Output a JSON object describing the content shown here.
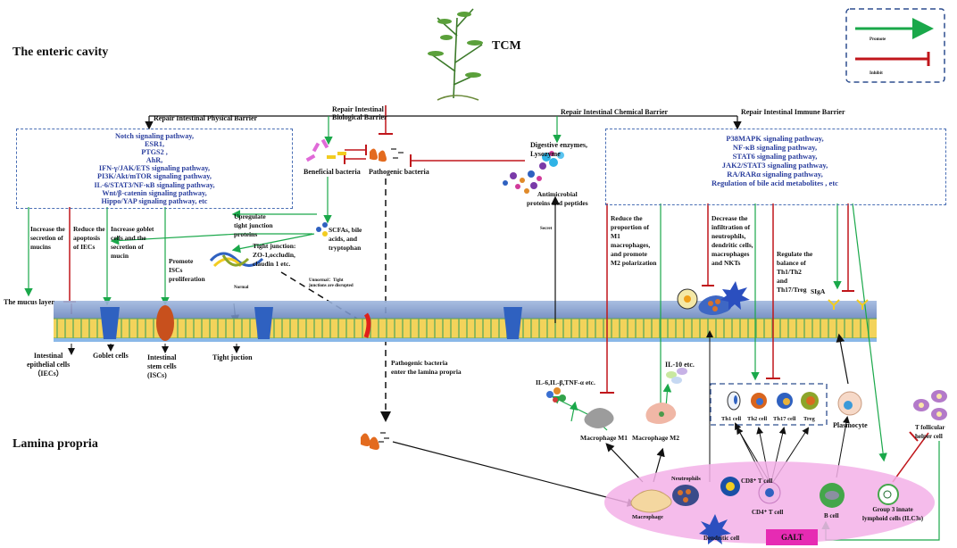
{
  "header": {
    "tcm_label": "TCM",
    "enteric_cavity": "The enteric cavity",
    "lamina_propria": "Lamina propria"
  },
  "legend": {
    "promote": "Promote",
    "inhibit": "Inhibit",
    "colors": {
      "promote": "#1aa84a",
      "inhibit": "#c0161b"
    }
  },
  "barriers": {
    "physical": "Repair Intestinal Physical Barrier",
    "biological": "Repair Intestinal Biological Barrier",
    "chemical": "Repair Intestinal Chemical Barrier",
    "immune": "Repair Intestinal Immune Barrier"
  },
  "physical_pathways": [
    "Notch signaling pathway,",
    "ESR1,",
    "PTGS2 ,",
    "AhR,",
    "IFN-γ/JAK/ETS signaling pathway,",
    "PI3K/Akt/mTOR signaling pathway,",
    "IL-6/STAT3/NF-κB signaling pathway,",
    "Wnt/β-catenin signaling pathway,",
    "Hippo/YAP signaling pathway, etc"
  ],
  "immune_pathways": [
    "P38MAPK signaling pathway,",
    "NF-κB signaling pathway,",
    "STAT6 signaling pathway,",
    "JAK2/STAT3 signaling pathway,",
    "RA/RARα signaling pathway,",
    "Regulation of bile acid metabolites , etc"
  ],
  "labels": {
    "beneficial_bacteria": "Beneficial bacteria",
    "pathogenic_bacteria": "Pathogenic bacteria",
    "digestive_enzymes": [
      "Digestive enzymes,",
      "Lysozyme"
    ],
    "antimicrobial": [
      "Antimicrobial",
      "proteins and peptides"
    ],
    "scfas": [
      "SCFAs, bile",
      "acids, and",
      "tryptophan"
    ],
    "upregulate_tj": [
      "Upregulate",
      "tight junction",
      "proteins"
    ],
    "increase_mucins": [
      "Increase the",
      "secretion of",
      "mucins"
    ],
    "reduce_apoptosis": [
      "Reduce the",
      "apoptosis",
      "of IECs"
    ],
    "increase_goblet": [
      "Increase goblet",
      "cells and the",
      "secretion of",
      "mucin"
    ],
    "promote_iscs": [
      "Promote",
      "ISCs",
      "proliferation"
    ],
    "tight_junction_proteins": [
      "Tight junction:",
      "ZO-1,occludin,",
      "claudin 1 etc."
    ],
    "normal": "Normal",
    "abnormal": [
      "Unnormal：Tight",
      "junctions are disrupted"
    ],
    "mucus_layer": "The mucus layer",
    "iec": [
      "Intestinal",
      "epithelial  cells",
      "（IECs）"
    ],
    "goblet": "Goblet cells",
    "iscs": [
      "Intestinal",
      "stem cells",
      "(ISCs)"
    ],
    "tight_juction": "Tight juction",
    "pathogen_enter": [
      "Pathogenic bacteria",
      "enter  the lamina propria"
    ],
    "secret": "Secret",
    "reduce_m1": [
      "Reduce the",
      "proportion of",
      "M1",
      "macrophages,",
      "and promote",
      "M2 polarization"
    ],
    "decrease_infiltration": [
      "Decrease  the",
      "infiltration of",
      "neutrophils,",
      "dendritic cells,",
      "macrophages",
      "and NKTs"
    ],
    "regulate_th": [
      "Regulate the",
      "balance of",
      "Th1/Th2",
      "and",
      "Th17/Treg"
    ],
    "siga": "SIgA",
    "il10": "IL-10 etc.",
    "il6": "IL-6,IL-β,TNF-α etc.",
    "m1": "Macrophage M1",
    "m2": "Macrophage M2",
    "th_cells": [
      "Th1 cell",
      "Th2 cell",
      "Th17 cell",
      "Treg"
    ],
    "plasmocyte": "Plasmocyte",
    "tfh": [
      "T follicular",
      "helper cell"
    ],
    "neutrophils": "Neutrophils",
    "macrophage": "Macrophage",
    "cd8": "CD8⁺ T cell",
    "cd4": "CD4⁺ T cell",
    "dendritic": "Dendritic cell",
    "b_cell": "B cell",
    "ilc3": [
      "Group 3 innate",
      "lymphoid cells (ILC3s)"
    ],
    "galt": "GALT"
  }
}
